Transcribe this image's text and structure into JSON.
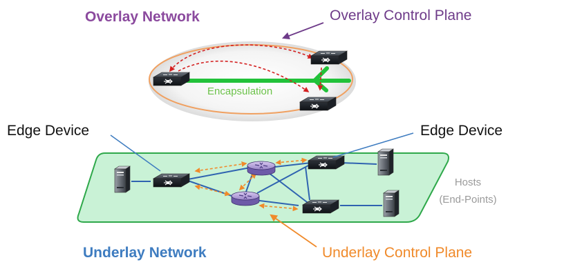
{
  "labels": {
    "overlay_network": "Overlay Network",
    "overlay_control_plane": "Overlay Control Plane",
    "encapsulation": "Encapsulation",
    "edge_device_left": "Edge Device",
    "edge_device_right": "Edge Device",
    "hosts_line1": "Hosts",
    "hosts_line2": "(End-Points)",
    "underlay_network": "Underlay Network",
    "underlay_control_plane": "Underlay Control Plane"
  },
  "colors": {
    "overlay_title": "#8b4a9e",
    "underlay_title": "#3e7cc0",
    "overlay_control_plane": "#6e3b89",
    "underlay_control_plane": "#f08a2a",
    "encapsulation_tunnel": "#22c23a",
    "overlay_ellipse": "#f0a060",
    "overlay_signaling": "#d42020",
    "underlay_plane_fill": "#c9f2d6",
    "underlay_plane_border": "#2ea84a",
    "physical_links": "#2f63b0",
    "hosts_text": "#9a9a9a"
  },
  "icons": {
    "switch": "layer3-switch-icon",
    "router": "router-icon",
    "host": "server-tower-icon"
  }
}
